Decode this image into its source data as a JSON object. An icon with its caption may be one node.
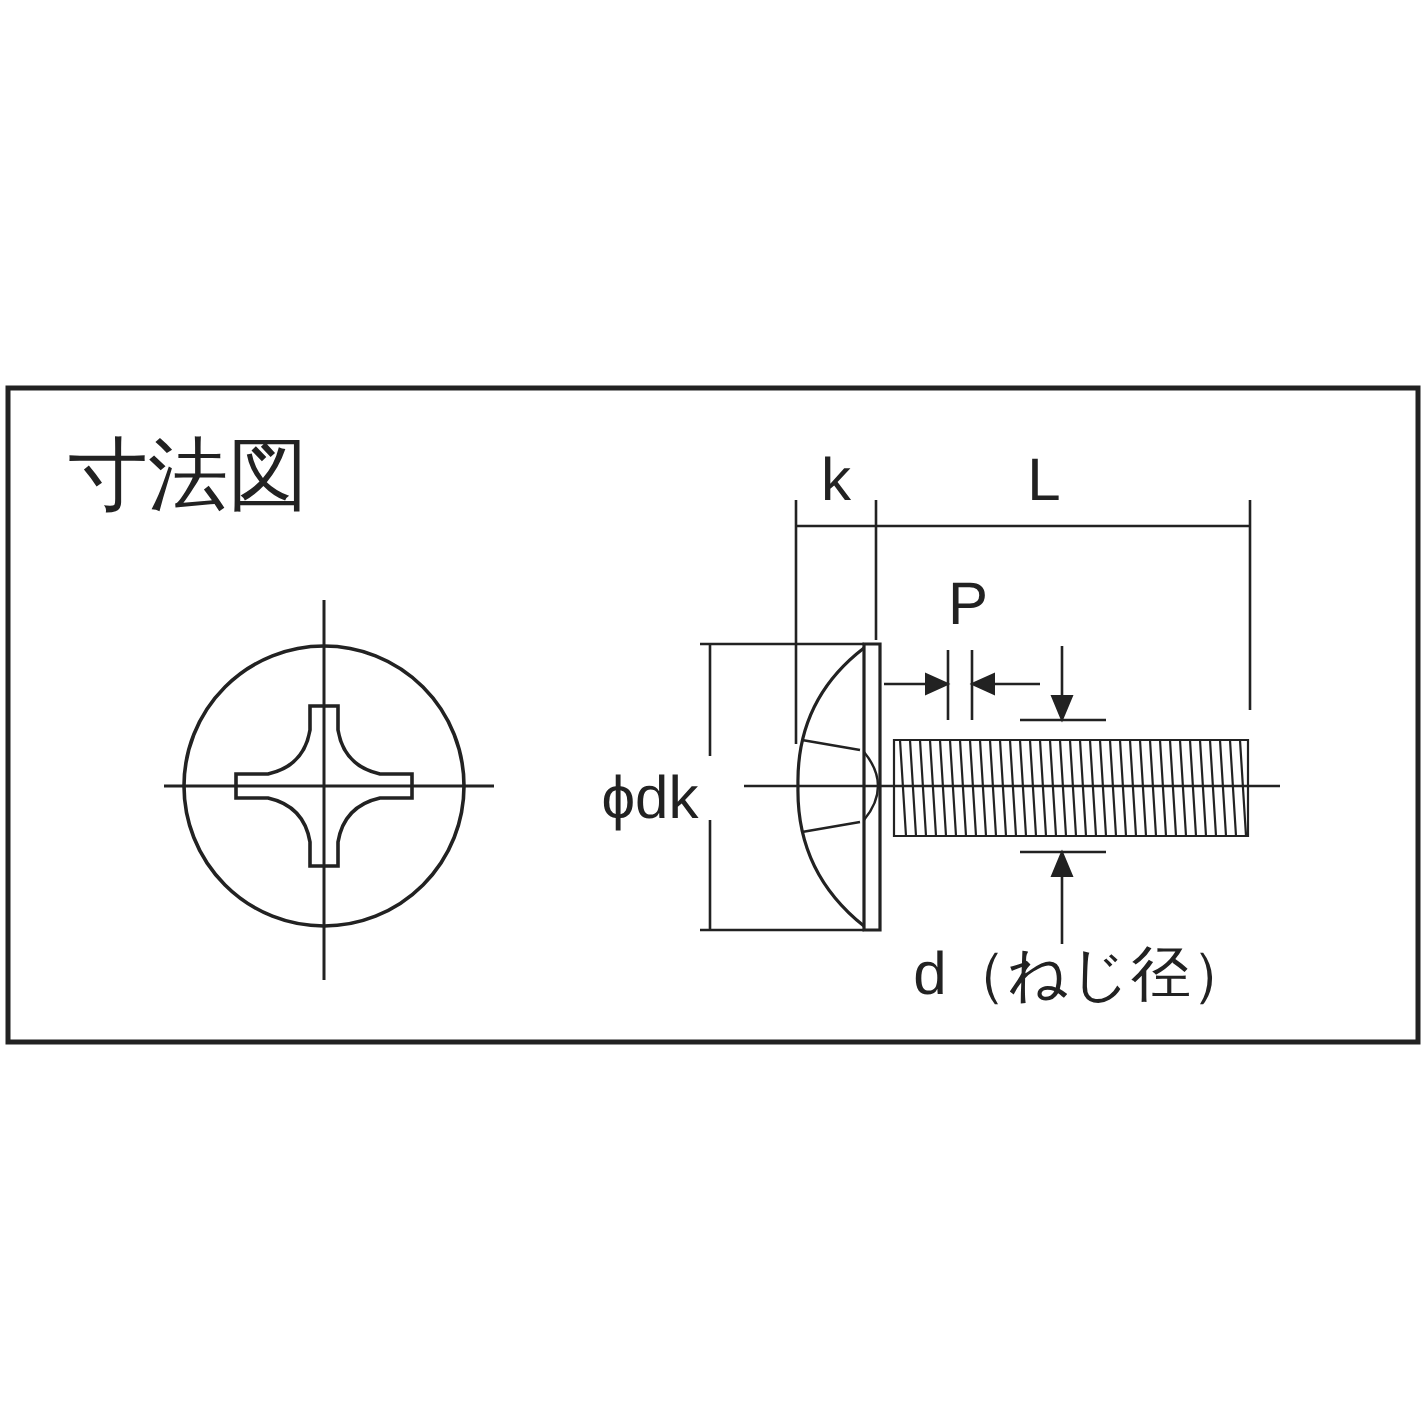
{
  "diagram": {
    "title": "寸法図",
    "labels": [
      "k",
      "L",
      "P",
      "ϕdk",
      "d（ねじ径）"
    ]
  }
}
